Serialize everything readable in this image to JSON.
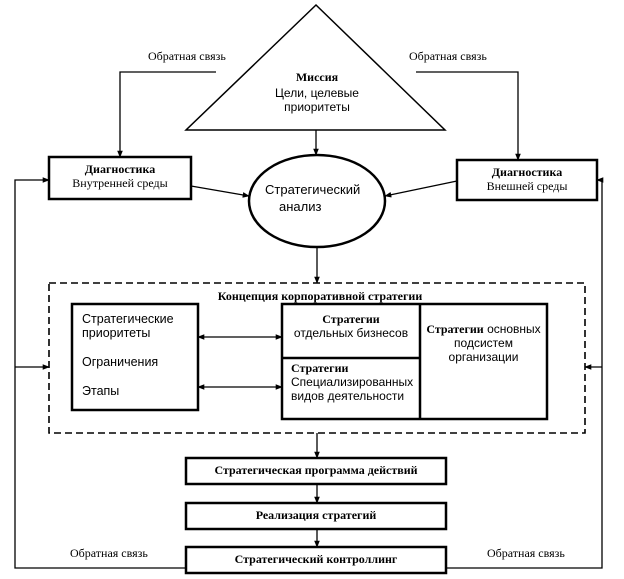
{
  "feedback_top_left": "Обратная связь",
  "feedback_top_right": "Обратная связь",
  "feedback_bottom_left": "Обратная связь",
  "feedback_bottom_right": "Обратная связь",
  "mission": {
    "title": "Миссия",
    "subtitle_line1": "Цели, целевые",
    "subtitle_line2": "приоритеты"
  },
  "diag_internal": {
    "title": "Диагностика",
    "subtitle": "Внутренней среды"
  },
  "diag_external": {
    "title": "Диагностика",
    "subtitle": "Внешней среды"
  },
  "analysis": {
    "line1": "Стратегический",
    "line2": "анализ"
  },
  "concept": {
    "title": "Концепция корпоративной стратегии",
    "left_box": {
      "line1": "Стратегические",
      "line2": "приоритеты",
      "line3": "Ограничения",
      "line4": "Этапы"
    },
    "separate_business": {
      "title": "Стратегии",
      "subtitle": "отдельных бизнесов"
    },
    "specialized": {
      "title": "Стратегии",
      "line1": "Специализированных",
      "line2": "видов деятельности"
    },
    "subsystems": {
      "title": "Стратегии",
      "title_rest": " основных",
      "line1": "подсистем",
      "line2": "организации"
    }
  },
  "program": "Стратегическая программа действий",
  "implementation": "Реализация стратегий",
  "controlling": "Стратегический контроллинг"
}
